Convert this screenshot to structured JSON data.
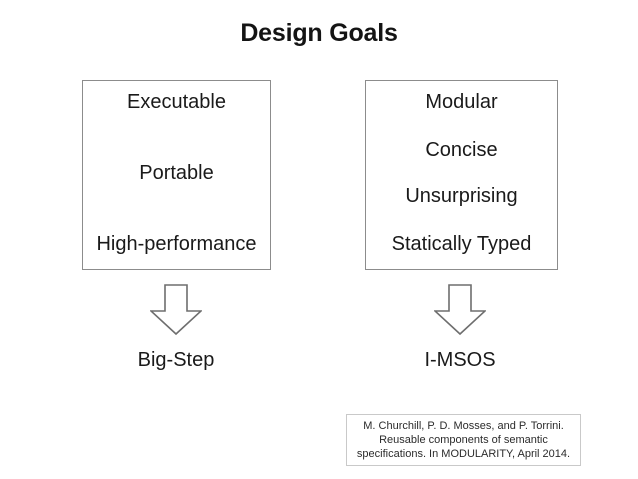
{
  "slide": {
    "title": "Design Goals",
    "background_color": "#ffffff",
    "text_color": "#1a1a1a",
    "box_border_color": "#8c8c8c",
    "citation_border_color": "#c9c9c9"
  },
  "columns": [
    {
      "name": "left-column",
      "items": [
        {
          "label": "Executable"
        },
        {
          "label": "Portable"
        },
        {
          "label": "High-performance"
        }
      ],
      "arrow_icon": "arrow-down-icon",
      "result_label": "Big-Step"
    },
    {
      "name": "right-column",
      "items": [
        {
          "label": "Modular"
        },
        {
          "label": "Concise"
        },
        {
          "label": "Unsurprising"
        },
        {
          "label": "Statically Typed"
        }
      ],
      "arrow_icon": "arrow-down-icon",
      "result_label": "I-MSOS"
    }
  ],
  "citation": {
    "lines": [
      "M. Churchill, P. D. Mosses, and P. Torrini.",
      "Reusable components of semantic",
      "specifications. In MODULARITY, April 2014."
    ]
  }
}
